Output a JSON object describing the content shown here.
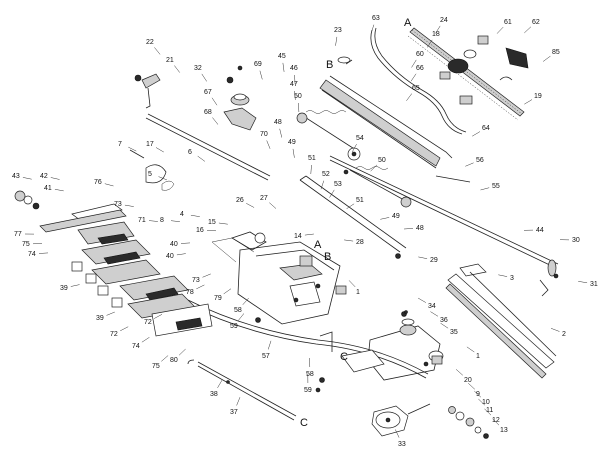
{
  "letters": [
    {
      "id": "letter-a-top",
      "text": "A"
    },
    {
      "id": "letter-b-top",
      "text": "B"
    },
    {
      "id": "letter-a-mid",
      "text": "A"
    },
    {
      "id": "letter-b-mid",
      "text": "B"
    },
    {
      "id": "letter-c-mid",
      "text": "C"
    },
    {
      "id": "letter-c-bottom",
      "text": "C"
    }
  ],
  "callouts": [
    {
      "n": "1"
    },
    {
      "n": "1"
    },
    {
      "n": "2"
    },
    {
      "n": "3"
    },
    {
      "n": "4"
    },
    {
      "n": "5"
    },
    {
      "n": "6"
    },
    {
      "n": "7"
    },
    {
      "n": "8"
    },
    {
      "n": "9"
    },
    {
      "n": "10"
    },
    {
      "n": "11"
    },
    {
      "n": "12"
    },
    {
      "n": "13"
    },
    {
      "n": "14"
    },
    {
      "n": "15"
    },
    {
      "n": "16"
    },
    {
      "n": "17"
    },
    {
      "n": "18"
    },
    {
      "n": "19"
    },
    {
      "n": "20"
    },
    {
      "n": "21"
    },
    {
      "n": "22"
    },
    {
      "n": "23"
    },
    {
      "n": "24"
    },
    {
      "n": "26"
    },
    {
      "n": "27"
    },
    {
      "n": "28"
    },
    {
      "n": "29"
    },
    {
      "n": "30"
    },
    {
      "n": "31"
    },
    {
      "n": "32"
    },
    {
      "n": "33"
    },
    {
      "n": "34"
    },
    {
      "n": "35"
    },
    {
      "n": "36"
    },
    {
      "n": "37"
    },
    {
      "n": "38"
    },
    {
      "n": "39"
    },
    {
      "n": "39"
    },
    {
      "n": "40"
    },
    {
      "n": "40"
    },
    {
      "n": "41"
    },
    {
      "n": "42"
    },
    {
      "n": "43"
    },
    {
      "n": "44"
    },
    {
      "n": "45"
    },
    {
      "n": "46"
    },
    {
      "n": "47"
    },
    {
      "n": "48"
    },
    {
      "n": "48"
    },
    {
      "n": "49"
    },
    {
      "n": "49"
    },
    {
      "n": "50"
    },
    {
      "n": "50"
    },
    {
      "n": "51"
    },
    {
      "n": "51"
    },
    {
      "n": "52"
    },
    {
      "n": "53"
    },
    {
      "n": "54"
    },
    {
      "n": "55"
    },
    {
      "n": "56"
    },
    {
      "n": "57"
    },
    {
      "n": "58"
    },
    {
      "n": "58"
    },
    {
      "n": "59"
    },
    {
      "n": "59"
    },
    {
      "n": "60"
    },
    {
      "n": "61"
    },
    {
      "n": "62"
    },
    {
      "n": "63"
    },
    {
      "n": "64"
    },
    {
      "n": "65"
    },
    {
      "n": "66"
    },
    {
      "n": "67"
    },
    {
      "n": "68"
    },
    {
      "n": "69"
    },
    {
      "n": "70"
    },
    {
      "n": "71"
    },
    {
      "n": "72"
    },
    {
      "n": "72"
    },
    {
      "n": "73"
    },
    {
      "n": "73"
    },
    {
      "n": "74"
    },
    {
      "n": "74"
    },
    {
      "n": "75"
    },
    {
      "n": "75"
    },
    {
      "n": "76"
    },
    {
      "n": "77"
    },
    {
      "n": "78"
    },
    {
      "n": "79"
    },
    {
      "n": "80"
    },
    {
      "n": "85"
    }
  ]
}
